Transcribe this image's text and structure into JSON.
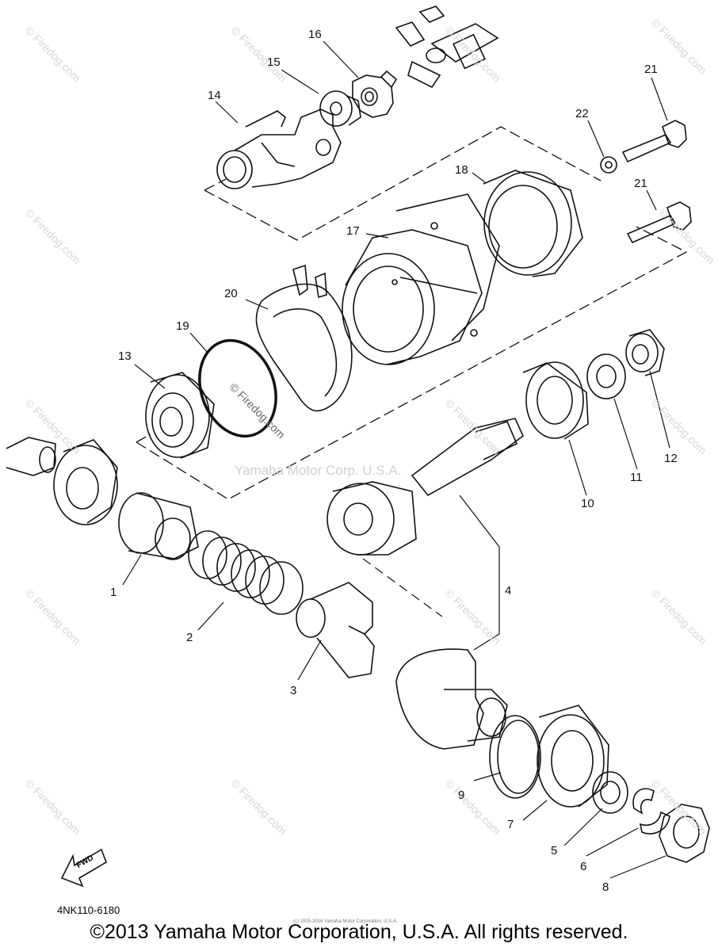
{
  "callouts": [
    "1",
    "2",
    "3",
    "4",
    "5",
    "6",
    "7",
    "8",
    "9",
    "10",
    "11",
    "12",
    "13",
    "14",
    "15",
    "16",
    "17",
    "18",
    "19",
    "20",
    "21",
    "21",
    "22"
  ],
  "watermark": {
    "site": "© Firedog.com",
    "center": "Yamaha Motor Corp. U.S.A."
  },
  "fwd_label": "FWD",
  "diagram_code": "4NK110-6180",
  "copyright": "©2013 Yamaha Motor Corporation, U.S.A. All rights reserved.",
  "tiny_credit": "(c) 2005-2016 Yamaha Motor Corporation, U.S.A."
}
